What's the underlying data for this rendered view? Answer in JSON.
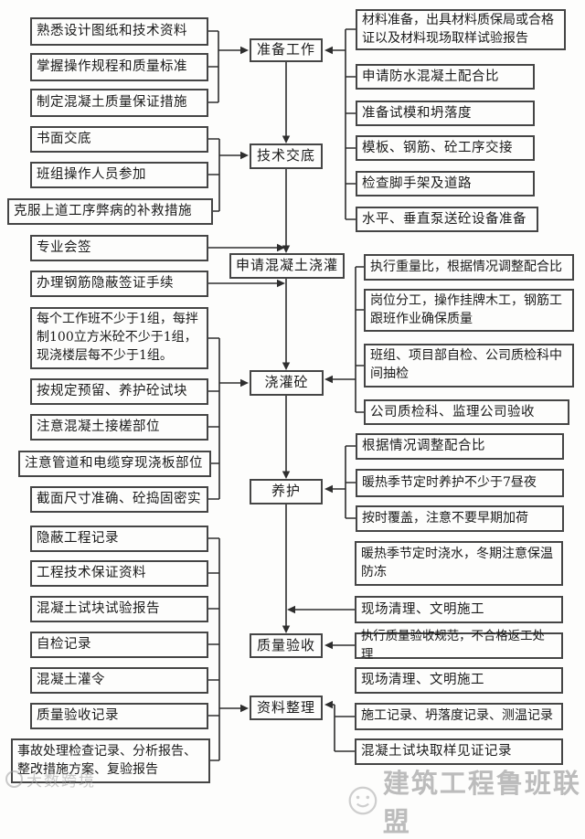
{
  "flowchart": {
    "steps": [
      {
        "label": "准备工作"
      },
      {
        "label": "技术交底"
      },
      {
        "label": "申请混凝土浇灌"
      },
      {
        "label": "浇灌砼"
      },
      {
        "label": "养护"
      },
      {
        "label": "质量验收"
      },
      {
        "label": "资料整理"
      }
    ],
    "left_tasks": [
      {
        "text": "熟悉设计图纸和技术资料"
      },
      {
        "text": "掌握操作规程和质量标准"
      },
      {
        "text": "制定混凝土质量保证措施"
      },
      {
        "text": "书面交底"
      },
      {
        "text": "班组操作人员参加"
      },
      {
        "text": "克服上道工序弊病的补救措施"
      },
      {
        "text": "专业会签"
      },
      {
        "text": "办理钢筋隐蔽签证手续"
      },
      {
        "text": "每个工作班不少于1组，每拌制100立方米砼不少于1组，现浇楼层每不少于1组。"
      },
      {
        "text": "按规定预留、养护砼试块"
      },
      {
        "text": "注意混凝土接槎部位"
      },
      {
        "text": "注意管道和电缆穿现浇板部位"
      },
      {
        "text": "截面尺寸准确、砼捣固密实"
      },
      {
        "text": "隐蔽工程记录"
      },
      {
        "text": "工程技术保证资料"
      },
      {
        "text": "混凝土试块试验报告"
      },
      {
        "text": "自检记录"
      },
      {
        "text": "混凝土灌令"
      },
      {
        "text": "质量验收记录"
      },
      {
        "text": "事故处理检查记录、分析报告、整改措施方案、复验报告"
      }
    ],
    "right_tasks": [
      {
        "text": "材料准备，出具材料质保局或合格证以及材料现场取样试验报告"
      },
      {
        "text": "申请防水混凝土配合比"
      },
      {
        "text": "准备试模和坍落度"
      },
      {
        "text": "模板、钢筋、砼工序交接"
      },
      {
        "text": "检查脚手架及道路"
      },
      {
        "text": "水平、垂直泵送砼设备准备"
      },
      {
        "text": "执行重量比，根据情况调整配合比"
      },
      {
        "text": "岗位分工，操作挂牌木工，钢筋工跟班作业确保质量"
      },
      {
        "text": "班组、项目部自检、公司质检科中间抽检"
      },
      {
        "text": "公司质检科、监理公司验收"
      },
      {
        "text": "根据情况调整配合比"
      },
      {
        "text": "暖热季节定时养护不少于7昼夜"
      },
      {
        "text": "按时覆盖，注意不要早期加荷"
      },
      {
        "text": "暖热季节定时浇水，冬期注意保温防冻"
      },
      {
        "text": "现场清理、文明施工"
      },
      {
        "text": "执行质量验收规范，不合格返工处理"
      },
      {
        "text": "现场清理、文明施工"
      },
      {
        "text": "施工记录、坍落度记录、测温记录"
      },
      {
        "text": "混凝土试块取样见证记录"
      }
    ]
  },
  "watermarks": {
    "bottom_left": "大数跨境",
    "bottom_right": "建筑工程鲁班联盟"
  },
  "colors": {
    "box_border": "#454545",
    "connector": "#2e2e2e",
    "text": "#1a1a1a",
    "background": "#fdfdfc",
    "watermark": "#9e9e9e"
  }
}
